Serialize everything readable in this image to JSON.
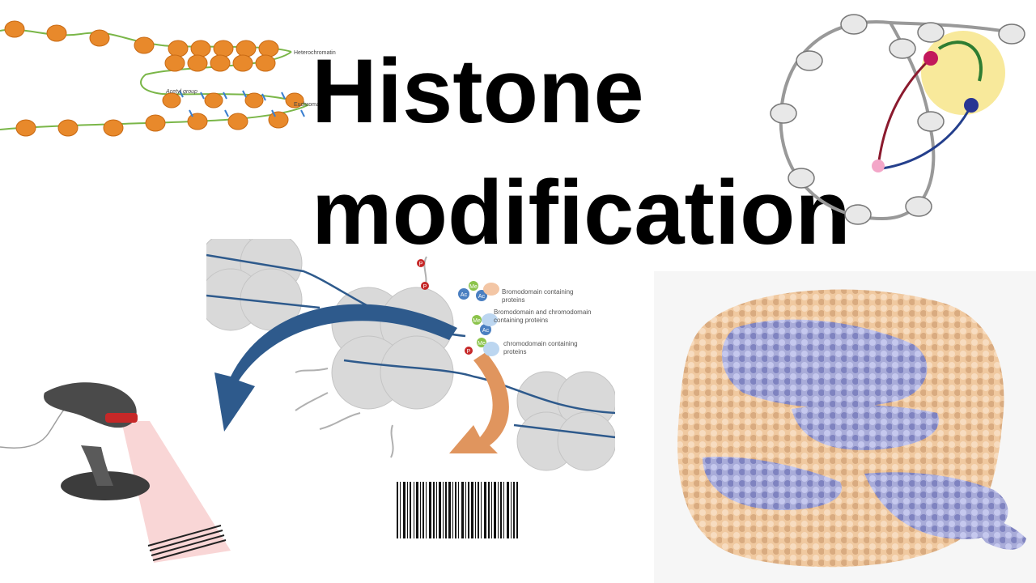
{
  "title": {
    "line1": "Histone",
    "line2": "modification"
  },
  "chromatin_panel": {
    "label_heterochromatin": "Heterochromatin",
    "label_euchromatin": "Euchromatin",
    "label_acetyl": "Acetyl group"
  },
  "reader_panel": {
    "label_bromo": "Bromodomain containing proteins",
    "label_bromo_chromo": "Bromodomain and chromodomain containing proteins",
    "label_chromo": "chromodomain containing proteins",
    "mark_ac": "Ac",
    "mark_p": "P",
    "mark_me": "Me"
  },
  "colors": {
    "nucleosome_orange": "#e8892b",
    "linker_green": "#6aa84f",
    "arrow_blue": "#2e5a8c",
    "arrow_orange": "#e0955e",
    "protein_purple": "#a9acd9",
    "dna_peach": "#f0c9a0"
  }
}
